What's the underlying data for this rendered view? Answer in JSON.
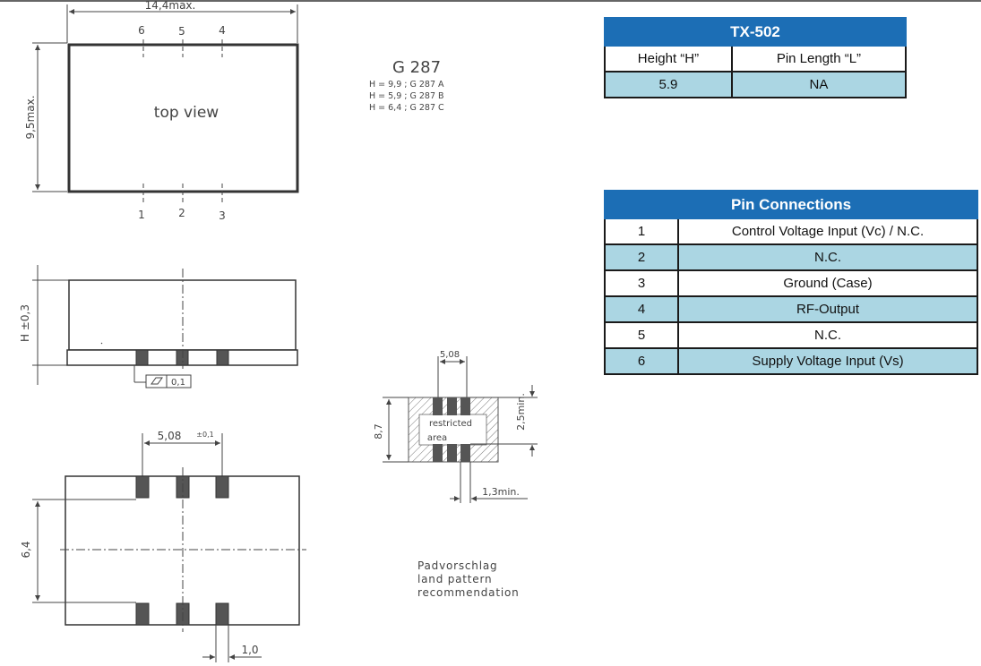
{
  "drawing": {
    "dim_width": "14,4max.",
    "dim_height": "9,5max.",
    "top_pins": [
      "6",
      "5",
      "4"
    ],
    "bottom_pins": [
      "1",
      "2",
      "3"
    ],
    "top_view_label": "top view",
    "part_title": "G 287",
    "variants": [
      "H = 9,9 ; G 287 A",
      "H = 5,9 ; G 287 B",
      "H = 6,4 ; G 287 C"
    ],
    "side_dim": "H ±0,3",
    "flatness_value": "0,1",
    "pitch_dim": "5,08",
    "pitch_tol": "±0,1",
    "span_dim": "6,4",
    "pin_width_dim": "1,0",
    "pad_pitch": "5,08",
    "pad_height": "8,7",
    "pad_min_len": "2,5min.",
    "pad_min_width": "1,3min.",
    "restricted_line1": "restricted",
    "restricted_line2": "area",
    "land_caption": [
      "Padvorschlag",
      "land pattern",
      "recommendation"
    ]
  },
  "tx_table": {
    "title": "TX-502",
    "headers": [
      "Height “H”",
      "Pin Length “L”"
    ],
    "values": [
      "5.9",
      "NA"
    ]
  },
  "pin_table": {
    "title": "Pin Connections",
    "rows": [
      {
        "num": "1",
        "desc": "Control Voltage Input (Vc) / N.C."
      },
      {
        "num": "2",
        "desc": "N.C."
      },
      {
        "num": "3",
        "desc": "Ground (Case)"
      },
      {
        "num": "4",
        "desc": "RF-Output"
      },
      {
        "num": "5",
        "desc": "N.C."
      },
      {
        "num": "6",
        "desc": "Supply Voltage Input (Vs)"
      }
    ]
  },
  "colors": {
    "header_blue": "#1c6eb5",
    "row_alt": "#abd6e3"
  }
}
